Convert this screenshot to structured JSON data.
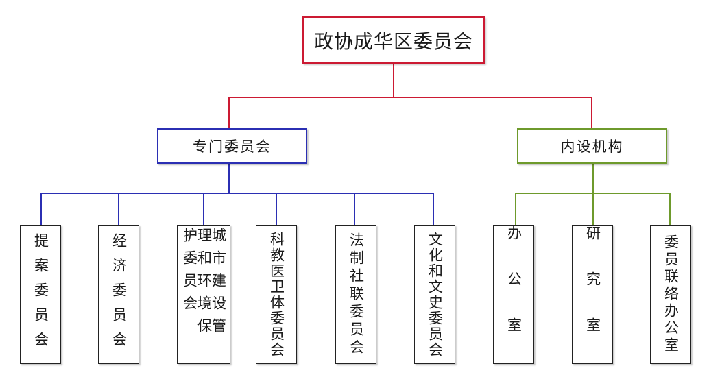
{
  "root": {
    "label": "政协成华区委员会"
  },
  "groups": [
    {
      "label": "专门委员会",
      "color": "#2b2fb3",
      "children": [
        "提案委员会",
        "经济委员会",
        "城市建设管理和环境保护委员会",
        "科教医卫体委员会",
        "法制社联委员会",
        "文化和文史委员会"
      ]
    },
    {
      "label": "内设机构",
      "color": "#6e9a2c",
      "children": [
        "办公室",
        "研究室",
        "委员联络办公室"
      ]
    }
  ],
  "root_color": "#cc1a33"
}
